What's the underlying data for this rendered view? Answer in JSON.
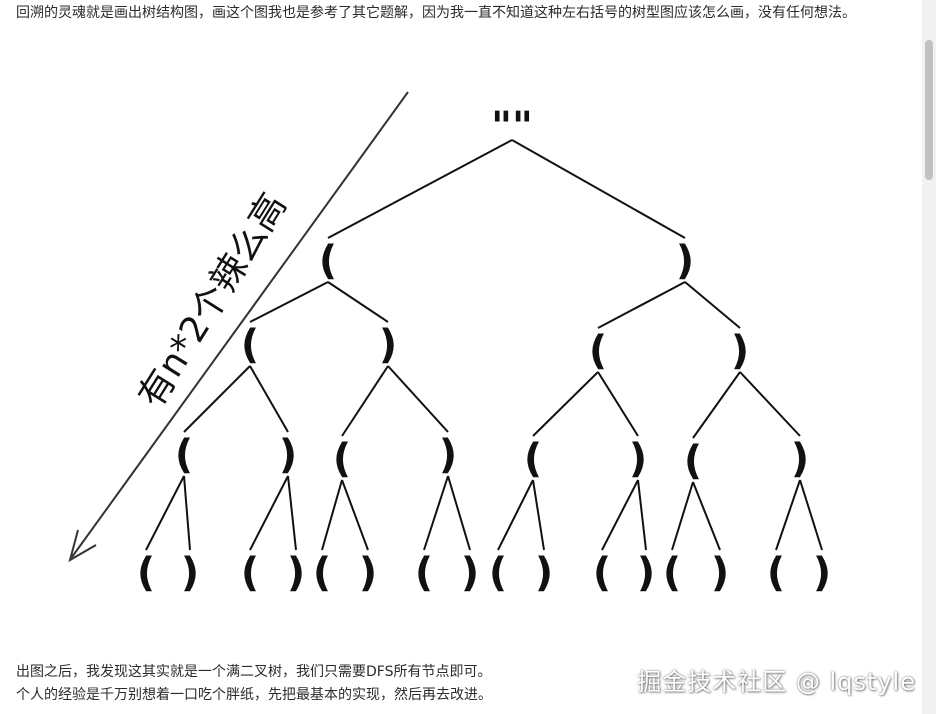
{
  "article": {
    "intro": "回溯的灵魂就是画出树结构图，画这个图我也是参考了其它题解，因为我一直不知道这种左右括号的树型图应该怎么画，没有任何想法。",
    "outro_line1": "出图之后，我发现这其实就是一个满二叉树，我们只需要DFS所有节点即可。",
    "outro_line2": "个人的经验是千万别想着一口吃个胖纸，先把最基本的实现，然后再去改进。"
  },
  "diagram": {
    "root_label": "\"\"",
    "side_label": "有n*2个辣么高",
    "left_bracket": "(",
    "right_bracket": ")"
  },
  "watermark": "掘金技术社区 @ lqstyle"
}
